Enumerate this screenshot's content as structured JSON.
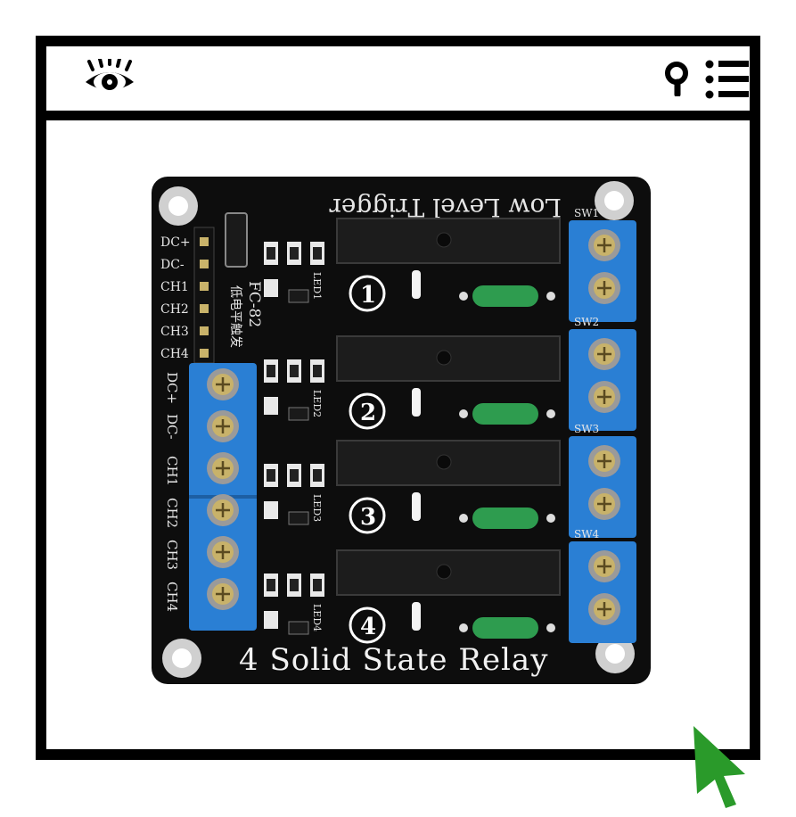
{
  "toolbar": {
    "left_icon": "eye-icon",
    "right_icons": [
      "search-icon",
      "list-menu-icon"
    ]
  },
  "product": {
    "board_title": "4 Solid State Relay",
    "top_silkscreen": "Low Level Trigger",
    "model": "FC-82",
    "chinese_label": "低电平触发",
    "header_pins": [
      "DC+",
      "DC-",
      "CH1",
      "CH2",
      "CH3",
      "CH4"
    ],
    "terminal_labels": [
      "DC+",
      "DC-",
      "CH1",
      "CH2",
      "CH3",
      "CH4"
    ],
    "switch_labels": [
      "SW1",
      "SW2",
      "SW3",
      "SW4"
    ],
    "channel_badges": [
      "1",
      "2",
      "3",
      "4"
    ],
    "led_labels": [
      "LED1",
      "LED2",
      "LED3",
      "LED4"
    ]
  },
  "colors": {
    "frame": "#000000",
    "pcb": "#0d0d0d",
    "terminal": "#2a7fd4",
    "resistor": "#2e9c4f",
    "cursor": "#2a9a2a"
  },
  "pointer": {
    "icon": "cursor-arrow-icon"
  }
}
